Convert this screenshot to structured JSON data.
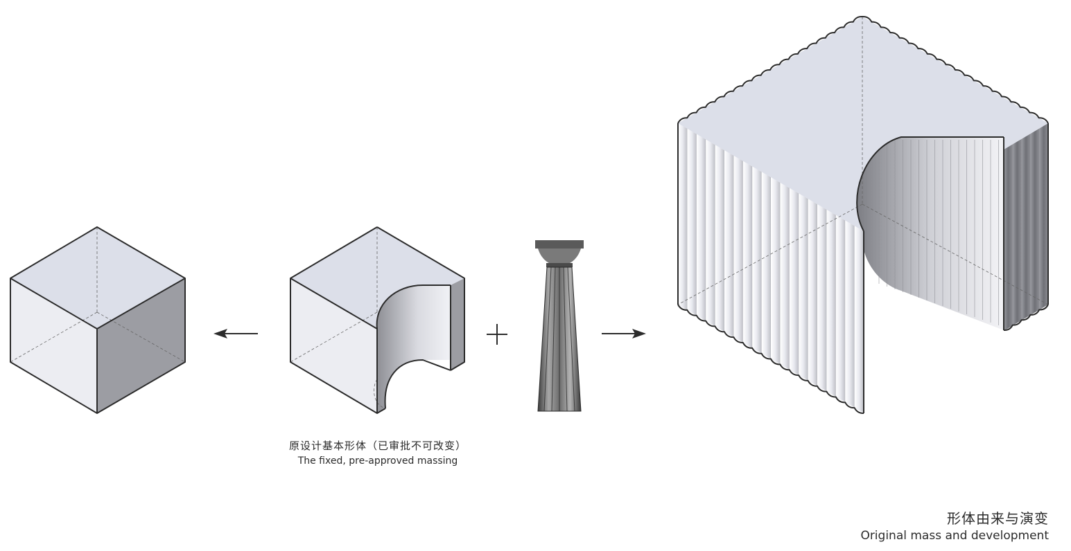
{
  "caption_massing": {
    "zh": "原设计基本形体（已审批不可改变）",
    "en": "The fixed, pre-approved massing"
  },
  "caption_title": {
    "zh": "形体由来与演变",
    "en": "Original mass and development"
  },
  "operator_plus": "+",
  "colors": {
    "top_face": "#dcdfe9",
    "left_face": "#ecedf2",
    "right_face": "#9c9da3",
    "outline": "#2b2b2b",
    "column_stone": "#8a8a8a"
  },
  "icons": [
    "arrow-left-icon",
    "plus-icon",
    "arrow-right-icon",
    "doric-column-icon"
  ]
}
